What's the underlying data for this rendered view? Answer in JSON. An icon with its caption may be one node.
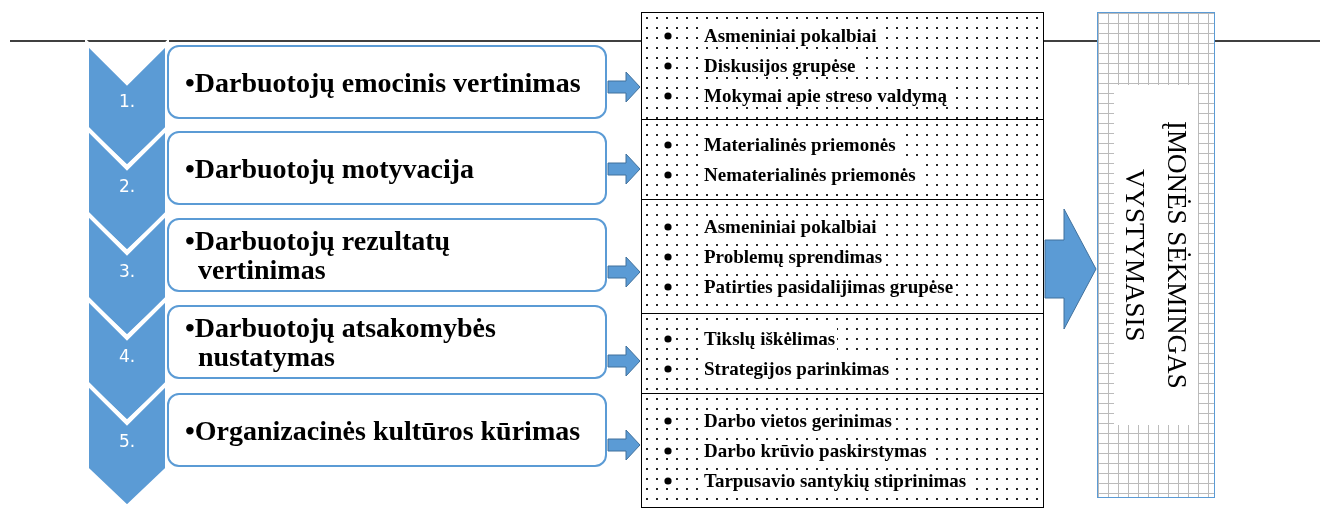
{
  "diagram": {
    "nodes": [
      {
        "text": [
          "1."
        ]
      },
      {
        "text": [
          "2."
        ]
      },
      {
        "text": [
          "3."
        ]
      },
      {
        "text": [
          "4."
        ]
      },
      {
        "text": [
          "5."
        ]
      },
      {
        "text": [
          "•Darbuotojų emocinis vertinimas"
        ]
      },
      {
        "text": [
          "•Darbuotojų motyvacija"
        ]
      },
      {
        "text": [
          "•Darbuotojų rezultatų vertinimas"
        ]
      },
      {
        "text": [
          "•Darbuotojų atsakomybės nustatymas"
        ]
      },
      {
        "text": [
          "•Organizacinės kultūros kūrimas"
        ]
      },
      {
        "text": [
          "Asmeniniai pokalbiai",
          "Diskusijos grupėse",
          "Mokymai apie streso valdymą"
        ]
      },
      {
        "text": [
          "Materialinės priemonės",
          "Nematerialinės priemonės"
        ]
      },
      {
        "text": [
          "Asmeniniai pokalbiai",
          "Problemų sprendimas",
          "Patirties pasidalijimas grupėse"
        ]
      },
      {
        "text": [
          "Tikslų iškėlimas",
          "Strategijos parinkimas"
        ]
      },
      {
        "text": [
          "Darbo vietos gerinimas",
          "Darbo krūvio paskirstymas",
          "Tarpusavio santykių stiprinimas"
        ]
      },
      {
        "text": [
          "ĮMONĖS SĖKMINGAS VYSTYMASIS"
        ]
      }
    ],
    "edges": [
      {
        "from": 5,
        "to": 10,
        "arrow": "to"
      },
      {
        "from": 6,
        "to": 11,
        "arrow": "to"
      },
      {
        "from": 7,
        "to": 12,
        "arrow": "to"
      },
      {
        "from": 8,
        "to": 13,
        "arrow": "to"
      },
      {
        "from": 9,
        "to": 14,
        "arrow": "to"
      },
      {
        "from": 12,
        "to": 15,
        "arrow": "to"
      }
    ]
  }
}
